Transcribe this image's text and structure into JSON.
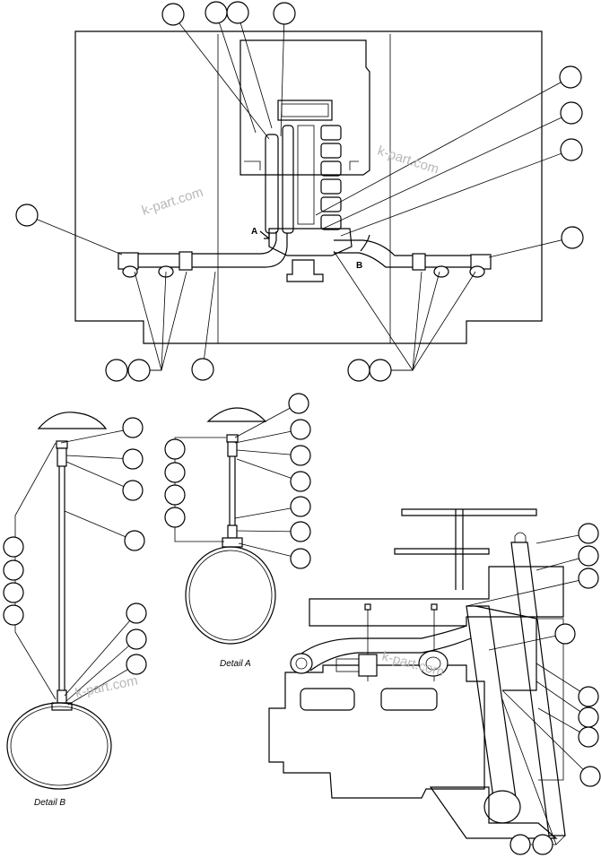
{
  "watermark": "k-part.com",
  "view_labels": {
    "a": "A",
    "b": "B"
  },
  "captions": {
    "detail_a": "Detail A",
    "detail_b": "Detail B"
  },
  "colors": {
    "line": "#000000",
    "background": "#ffffff",
    "watermark": "#b8b8b8"
  }
}
